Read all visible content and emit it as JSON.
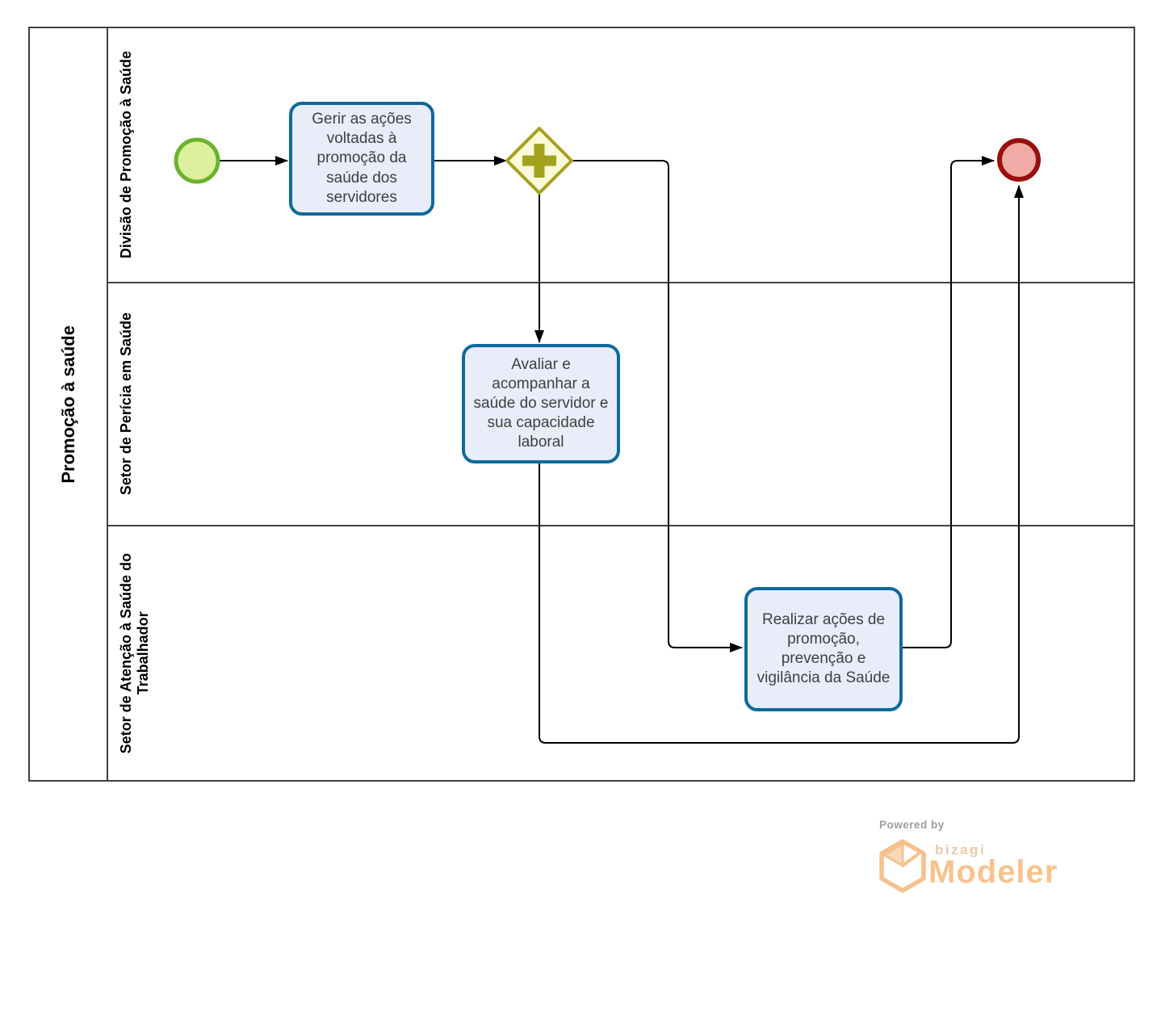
{
  "pool": {
    "name": "Promoção à saúde",
    "lanes": [
      {
        "label": "Divisão de Promoção à Saúde"
      },
      {
        "label": "Setor de Perícia em Saúde"
      },
      {
        "label": "Setor de Atenção à Saúde do\nTrabalhador"
      }
    ]
  },
  "nodes": {
    "start_event": {
      "type": "start-event",
      "lane": "Divisão de Promoção à Saúde"
    },
    "task1": {
      "text": "Gerir as ações voltadas à promoção da saúde dos servidores"
    },
    "gateway": {
      "type": "parallel-gateway",
      "symbol": "+"
    },
    "task2": {
      "text": "Avaliar e acompanhar a saúde do servidor e sua capacidade laboral"
    },
    "task3": {
      "text": "Realizar ações de promoção, prevenção e vigilância da Saúde"
    },
    "end_event": {
      "type": "end-event",
      "lane": "Divisão de Promoção à Saúde"
    }
  },
  "flows": [
    {
      "from": "start_event",
      "to": "task1"
    },
    {
      "from": "task1",
      "to": "gateway"
    },
    {
      "from": "gateway",
      "to": "task2"
    },
    {
      "from": "gateway",
      "to": "task3"
    },
    {
      "from": "task2",
      "to": "end_event"
    },
    {
      "from": "task3",
      "to": "end_event"
    }
  ],
  "colors": {
    "pool_border": "#3f3f3f",
    "task_border": "#0e6a9b",
    "task_fill": "#e9edfa",
    "task_text": "#3f3f3f",
    "start_border": "#6bb32d",
    "start_fill": "#dcf09e",
    "gateway_border": "#a5a11f",
    "gateway_fill": "#fbfbd9",
    "gateway_symbol": "#a2a21d",
    "end_border": "#990f0e",
    "end_fill": "#f0aba6",
    "connector": "#000000",
    "brand_orange": "#f8c28e",
    "powered_gray": "#9e9e9e"
  },
  "footer": {
    "powered_by": "Powered by",
    "brand": "bizagi",
    "product": "Modeler"
  }
}
